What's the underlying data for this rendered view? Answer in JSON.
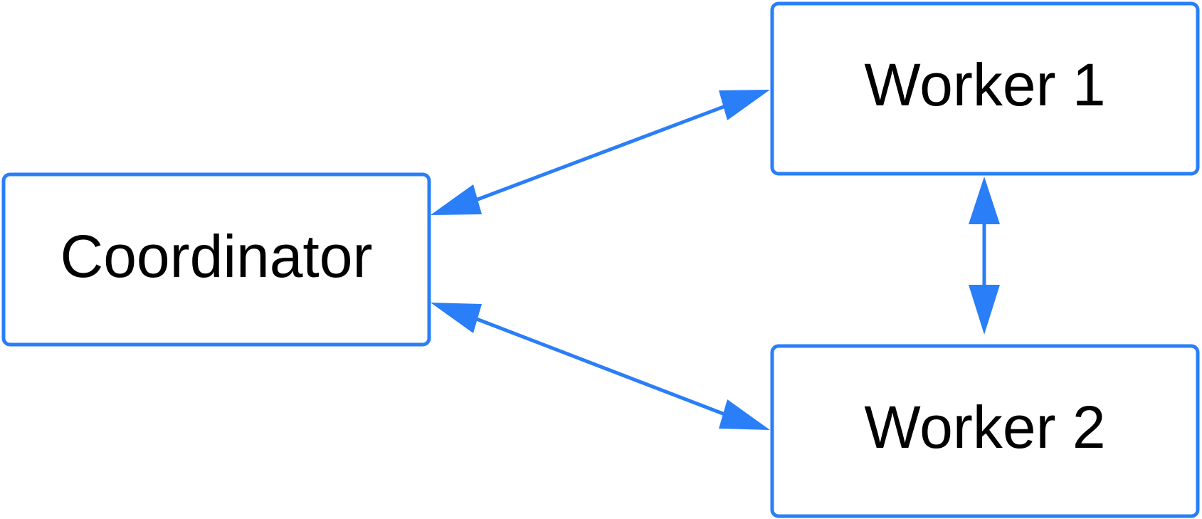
{
  "diagram": {
    "nodes": {
      "coordinator": {
        "label": "Coordinator"
      },
      "worker1": {
        "label": "Worker 1"
      },
      "worker2": {
        "label": "Worker 2"
      }
    },
    "edges": [
      {
        "from": "coordinator",
        "to": "worker1",
        "direction": "both"
      },
      {
        "from": "coordinator",
        "to": "worker2",
        "direction": "both"
      },
      {
        "from": "worker1",
        "to": "worker2",
        "direction": "both"
      }
    ],
    "colors": {
      "stroke": "#2a7ef7",
      "text": "#000000",
      "background": "#ffffff"
    }
  }
}
